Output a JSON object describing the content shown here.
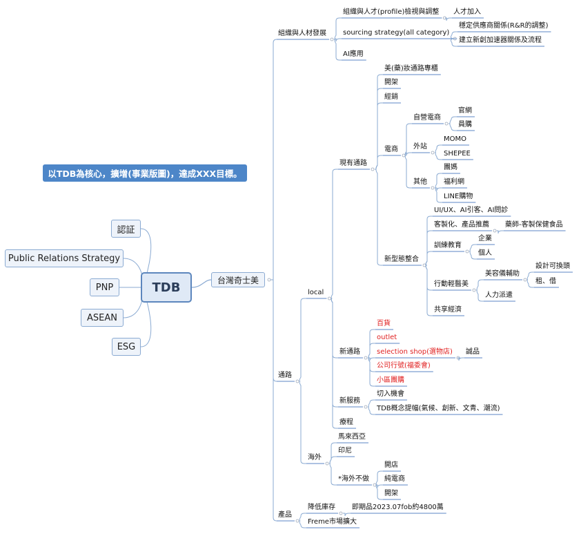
{
  "title": "以TDB為核心，擴增(事業版圖)，達成XXX目標。",
  "core": "TDB",
  "side_nodes": [
    "認証",
    "Public Relations Strategy",
    "PNP",
    "ASEAN",
    "ESG"
  ],
  "root": "台灣奇士美",
  "branches": {
    "org": {
      "label": "組織與人材發展",
      "items": {
        "profile": "組織與人才(profile)檢視與調整",
        "profile_child": "人才加入",
        "sourcing": "sourcing strategy(all category)",
        "sourcing_children": [
          "穩定供應商關係(R&R的調整)",
          "建立新創加速器關係及流程"
        ],
        "ai": "AI應用"
      }
    },
    "channel": {
      "label": "通路",
      "local": "local",
      "existing": {
        "label": "現有通路",
        "items": [
          "美(藥)妝通路專櫃",
          "開架",
          "經銷"
        ],
        "ecommerce": {
          "label": "電商",
          "self": {
            "label": "自營電商",
            "items": [
              "官網",
              "員購"
            ]
          },
          "external": {
            "label": "外站",
            "items": [
              "MOMO",
              "SHEPEE"
            ]
          },
          "other": {
            "label": "其他",
            "items": [
              "團媽",
              "福利網",
              "LINE購物"
            ]
          }
        },
        "newform": {
          "label": "新型態整合",
          "ui": "UI/UX、AI引客、AI問診",
          "custom": "客製化、產品推薦",
          "custom_child": "藥師-客製保健食品",
          "training": {
            "label": "訓練教育",
            "items": [
              "企業",
              "個人"
            ]
          },
          "mobile": {
            "label": "行動輕醫美",
            "assist": "美容儀輔助",
            "assist_children": [
              "設計可換頭",
              "租、借"
            ],
            "dispatch": "人力派遣"
          },
          "sharing": "共享經濟"
        }
      },
      "new_channel": {
        "label": "新通路",
        "items": [
          "百貨",
          "outlet",
          "selection shop(選物店)",
          "公司行號(福委會)",
          "小區團購"
        ],
        "selection_child": "誠品"
      },
      "new_service": {
        "label": "新服務",
        "items": [
          "切入機會",
          "TDB概念提幅(氣候、創新、文青、潮流)"
        ]
      },
      "course": "療程",
      "overseas": {
        "label": "海外",
        "items": [
          "馬來西亞",
          "印尼"
        ],
        "not_do": {
          "label": "*海外不做",
          "items": [
            "開店",
            "純電商",
            "開架"
          ]
        }
      }
    },
    "product": {
      "label": "產品",
      "reduce": "降低庫存",
      "reduce_child": "即期品2023.07fob約4800萬",
      "freme": "Freme市場擴大"
    }
  },
  "colors": {
    "line": "#8aaad2",
    "underline": "#5b86c4",
    "red": "#e02020",
    "title_bg": "#4d86c8"
  }
}
